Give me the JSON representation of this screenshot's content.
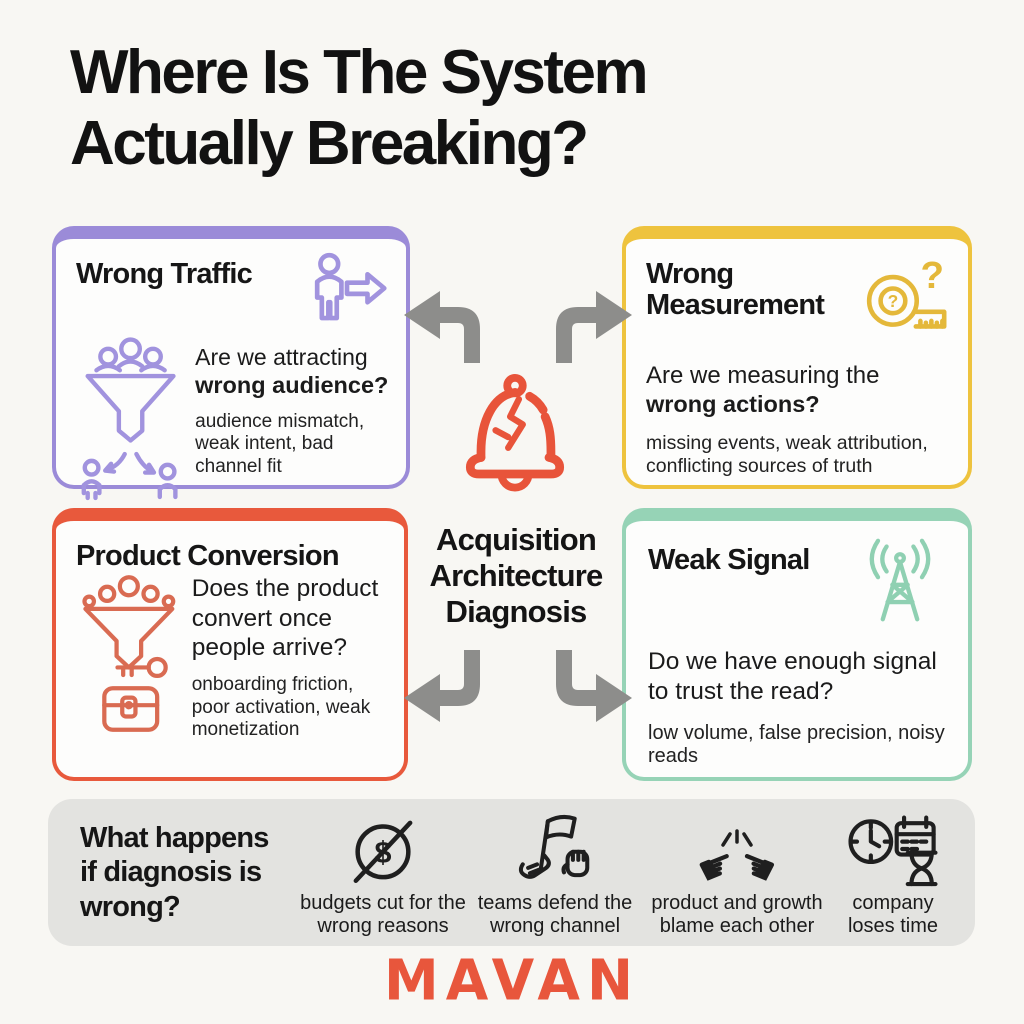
{
  "header": {
    "title": "Where Is The System Actually Breaking?"
  },
  "center": {
    "label": "Acquisition Architecture Diagnosis",
    "icon": "cracked-bell-icon",
    "arrow_icons": [
      "branch-arrows-up-icon",
      "branch-arrows-down-icon"
    ]
  },
  "quadrants": [
    {
      "title": "Wrong Traffic",
      "question": "Are we attracting",
      "question_bold": "wrong audience?",
      "details": "audience mismatch, weak intent, bad channel fit",
      "accent_color": "#9b8bd8",
      "icons": [
        "person-exit-arrow-icon",
        "audience-funnel-icon"
      ]
    },
    {
      "title": "Wrong Measurement",
      "question": "Are we measuring the",
      "question_bold": "wrong actions?",
      "details": "missing events, weak attribution, conflicting sources of truth",
      "accent_color": "#eec33e",
      "icons": [
        "tape-measure-question-icon"
      ]
    },
    {
      "title": "Product Conversion",
      "question": "Does the product convert once people arrive?",
      "question_bold": "",
      "details": "onboarding friction, poor activation, weak monetization",
      "accent_color": "#e8593c",
      "icons": [
        "conversion-funnel-key-chest-icon"
      ]
    },
    {
      "title": "Weak Signal",
      "question": "Do we have enough signal to trust the read?",
      "question_bold": "",
      "details": "low volume, false precision, noisy reads",
      "accent_color": "#96d3b6",
      "icons": [
        "radio-tower-icon"
      ]
    }
  ],
  "footer_bar": {
    "title": "What happens if diagnosis is wrong?",
    "items": [
      {
        "icon": "crossed-dollar-icon",
        "label": "budgets cut for the wrong reasons"
      },
      {
        "icon": "flag-fist-icon",
        "label": "teams defend the wrong channel"
      },
      {
        "icon": "pointing-fingers-icon",
        "label": "product and growth blame each other"
      },
      {
        "icon": "clock-calendar-hourglass-icon",
        "label": "company loses time"
      }
    ]
  },
  "brand": {
    "name": "MAVAN",
    "color": "#e8563c"
  },
  "colors": {
    "background": "#f8f7f3",
    "card_background": "#fdfdfc",
    "text": "#161616",
    "arrow_gray": "#8d8d8b",
    "footer_background": "#e3e3e0"
  }
}
